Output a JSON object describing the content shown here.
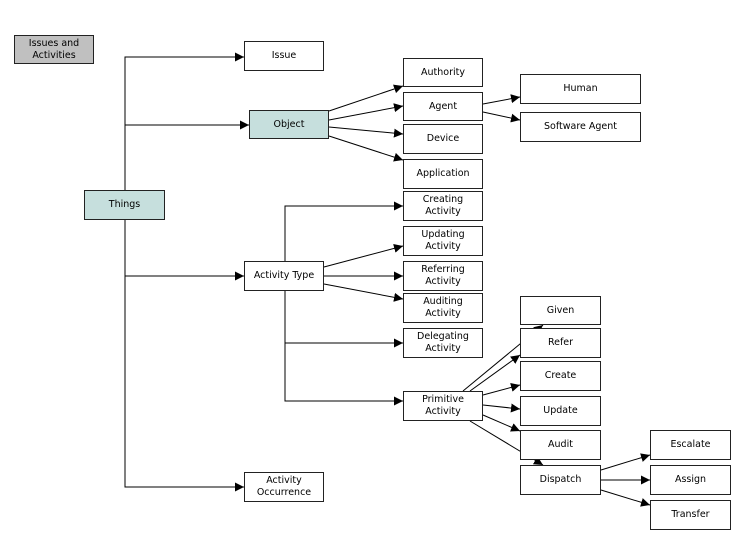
{
  "diagram": {
    "colors": {
      "line": "#000000",
      "node_border": "#222222",
      "teal": "#c6dfdd",
      "gray": "#c0c0c0"
    },
    "nodes": {
      "issues_and_activities": "Issues and\nActivities",
      "things": "Things",
      "issue": "Issue",
      "object": "Object",
      "authority": "Authority",
      "agent": "Agent",
      "device": "Device",
      "application": "Application",
      "human": "Human",
      "software_agent": "Software Agent",
      "activity_type": "Activity Type",
      "creating_activity": "Creating\nActivity",
      "updating_activity": "Updating\nActivity",
      "referring_activity": "Referring\nActivity",
      "auditing_activity": "Auditing\nActivity",
      "delegating_activity": "Delegating\nActivity",
      "primitive_activity": "Primitive\nActivity",
      "given": "Given",
      "refer": "Refer",
      "create": "Create",
      "update": "Update",
      "audit": "Audit",
      "dispatch": "Dispatch",
      "escalate": "Escalate",
      "assign": "Assign",
      "transfer": "Transfer",
      "activity_occurrence": "Activity\nOccurrence"
    }
  }
}
